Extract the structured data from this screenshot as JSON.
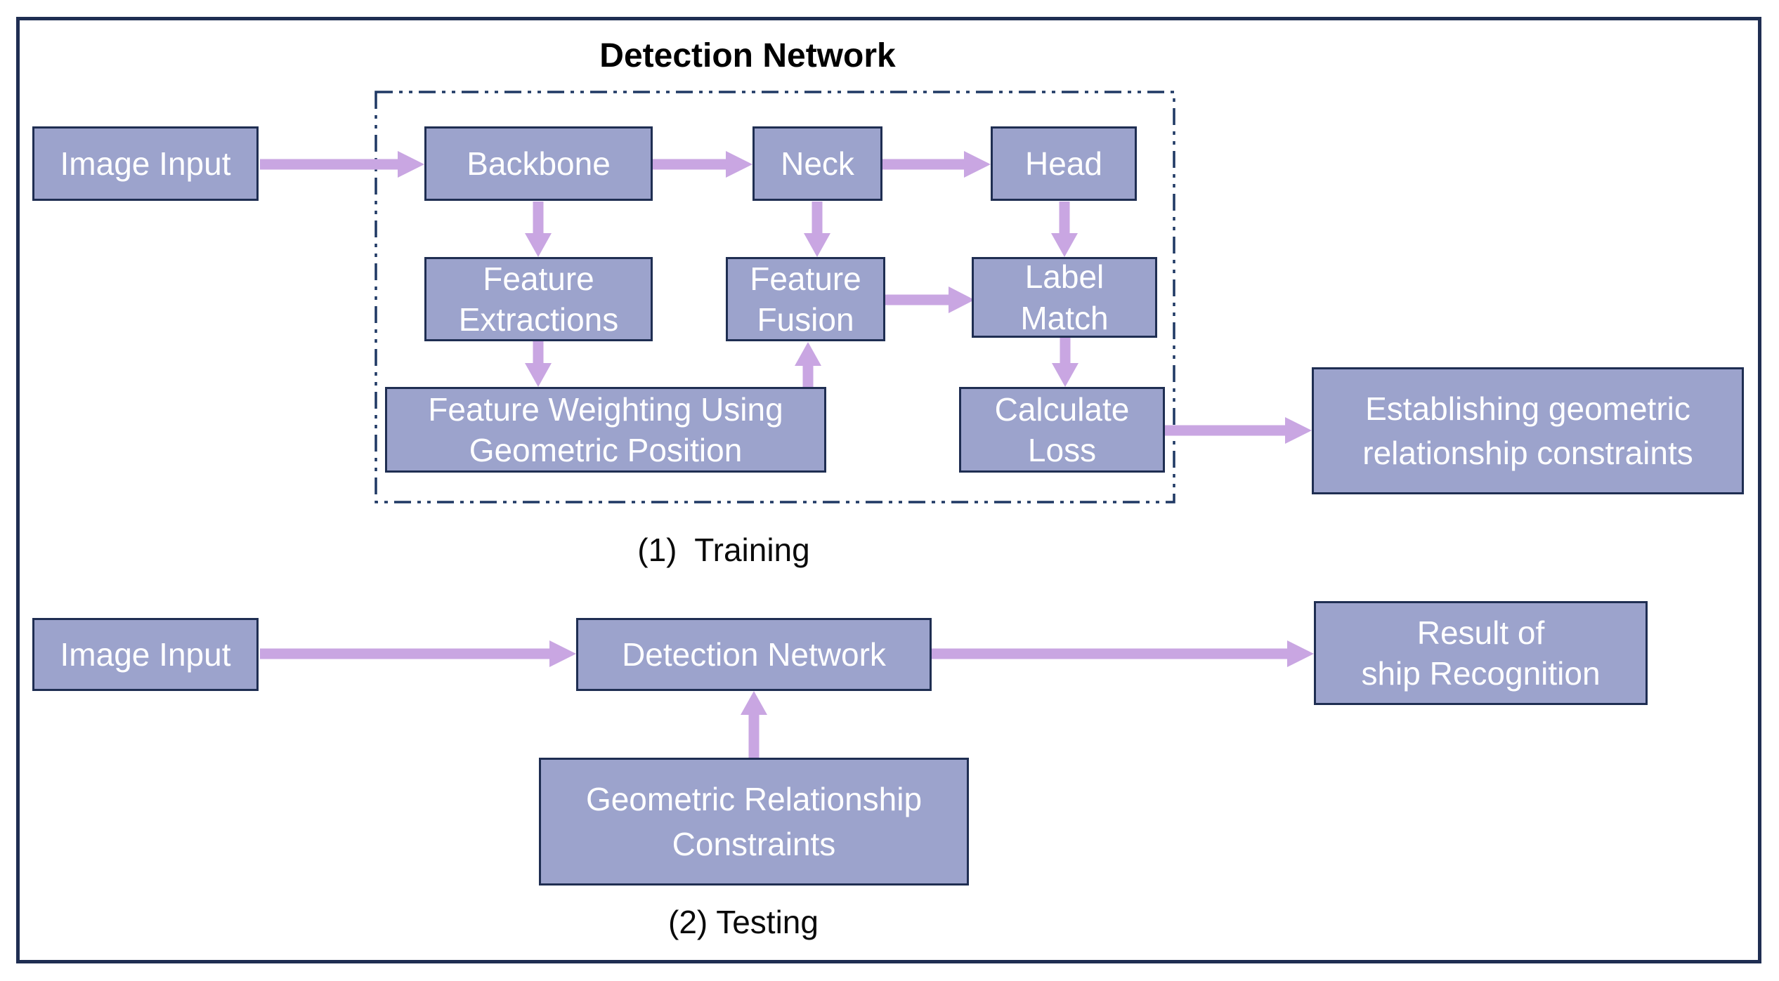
{
  "diagram": {
    "title": "Detection Network",
    "captions": {
      "training": "(1)  Training",
      "testing": "(2) Testing"
    },
    "nodes": {
      "image_input_training": "Image Input",
      "backbone": "Backbone",
      "neck": "Neck",
      "head": "Head",
      "feature_extractions": "Feature\nExtractions",
      "feature_fusion": "Feature\nFusion",
      "label_match": "Label\nMatch",
      "feature_weighting": "Feature Weighting Using\nGeometric Position",
      "calculate_loss": "Calculate\nLoss",
      "establishing_constraints": "Establishing geometric\nrelationship constraints",
      "image_input_testing": "Image Input",
      "detection_network": "Detection Network",
      "result": "Result of\nship Recognition",
      "geometric_constraints": "Geometric Relationship\nConstraints"
    },
    "edges": [
      {
        "from": "image_input_training",
        "to": "backbone"
      },
      {
        "from": "backbone",
        "to": "neck"
      },
      {
        "from": "neck",
        "to": "head"
      },
      {
        "from": "backbone",
        "to": "feature_extractions"
      },
      {
        "from": "neck",
        "to": "feature_fusion"
      },
      {
        "from": "head",
        "to": "label_match"
      },
      {
        "from": "feature_extractions",
        "to": "feature_weighting"
      },
      {
        "from": "feature_weighting",
        "to": "feature_fusion"
      },
      {
        "from": "feature_fusion",
        "to": "label_match"
      },
      {
        "from": "label_match",
        "to": "calculate_loss"
      },
      {
        "from": "calculate_loss",
        "to": "establishing_constraints"
      },
      {
        "from": "image_input_testing",
        "to": "detection_network"
      },
      {
        "from": "detection_network",
        "to": "result"
      },
      {
        "from": "geometric_constraints",
        "to": "detection_network"
      }
    ],
    "colors": {
      "box_fill": "#9CA3CC",
      "box_border": "#1F2E52",
      "outer_border": "#1F2E52",
      "dashed_boundary": "#1F3864",
      "arrow": "#C9A6E2",
      "box_text": "#FFFFFF",
      "label_text": "#000000",
      "background": "#FFFFFF"
    }
  }
}
